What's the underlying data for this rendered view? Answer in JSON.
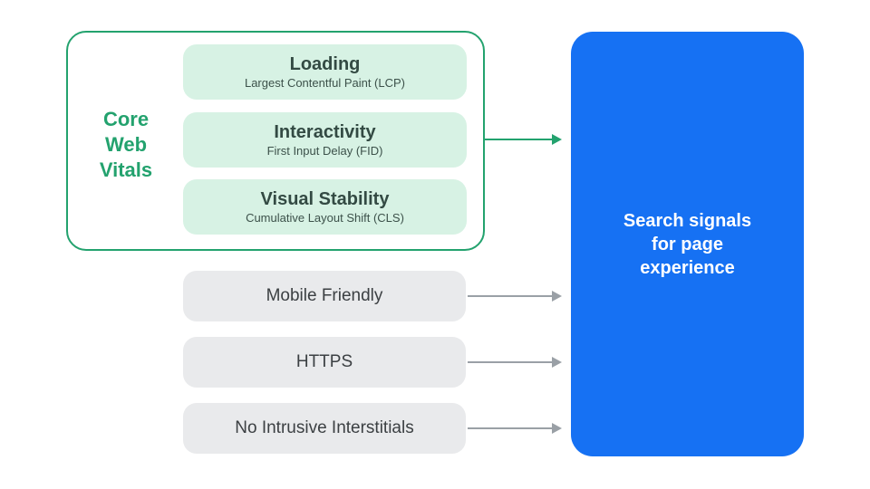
{
  "colors": {
    "accent_green": "#23a26e",
    "mint_fill": "#d7f2e4",
    "vital_text": "#334a43",
    "gray_fill": "#e9eaec",
    "gray_text": "#3c4043",
    "arrow_gray": "#9aa0a6",
    "blue_fill": "#1671f3",
    "result_text": "#ffffff",
    "background": "#ffffff"
  },
  "core_web_vitals": {
    "label_lines": [
      "Core",
      "Web",
      "Vitals"
    ],
    "items": [
      {
        "title": "Loading",
        "subtitle": "Largest Contentful Paint (LCP)"
      },
      {
        "title": "Interactivity",
        "subtitle": "First Input Delay (FID)"
      },
      {
        "title": "Visual Stability",
        "subtitle": "Cumulative Layout Shift (CLS)"
      }
    ]
  },
  "other_signals": [
    {
      "label": "Mobile Friendly"
    },
    {
      "label": "HTTPS"
    },
    {
      "label": "No Intrusive Interstitials"
    }
  ],
  "result_panel": {
    "label_lines": [
      "Search signals",
      "for page",
      "experience"
    ]
  }
}
